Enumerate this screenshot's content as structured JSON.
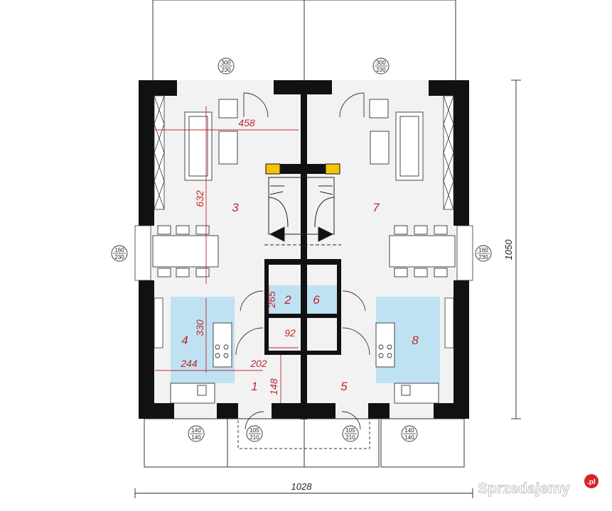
{
  "plan": {
    "rooms": [
      {
        "label": "1"
      },
      {
        "label": "2"
      },
      {
        "label": "3"
      },
      {
        "label": "4"
      },
      {
        "label": "5"
      },
      {
        "label": "6"
      },
      {
        "label": "7"
      },
      {
        "label": "8"
      }
    ],
    "dims_red": [
      "458",
      "632",
      "330",
      "244",
      "202",
      "265",
      "92",
      "148"
    ],
    "dims_black": [
      "1028",
      "1050"
    ],
    "windows": [
      {
        "top": "300",
        "bottom": "230"
      },
      {
        "top": "300",
        "bottom": "230"
      },
      {
        "top": "160",
        "bottom": "230"
      },
      {
        "top": "160",
        "bottom": "230"
      },
      {
        "top": "140",
        "bottom": "140"
      },
      {
        "top": "140",
        "bottom": "140"
      },
      {
        "top": "105",
        "bottom": "210"
      },
      {
        "top": "105",
        "bottom": "210"
      }
    ],
    "watermark": "Sprzedajemy",
    "watermark_suffix": ".pl",
    "colors": {
      "wall": "#111111",
      "floor": "#f2f2f2",
      "wet": "#bfe2f3",
      "dim_red": "#c0282d",
      "fireplace": "#f5c400"
    }
  }
}
